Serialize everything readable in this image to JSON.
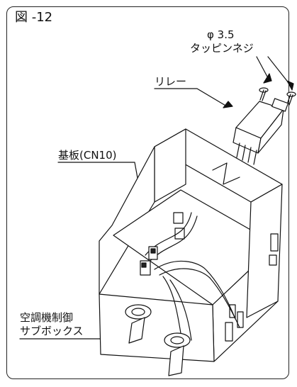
{
  "figure": {
    "title": "図 -12",
    "labels": {
      "screw_size": "φ 3.5",
      "screw_name": "タッピンネジ",
      "relay": "リレー",
      "board": "基板(CN10)",
      "subbox_line1": "空調機制御",
      "subbox_line2": "サブボックス"
    }
  }
}
